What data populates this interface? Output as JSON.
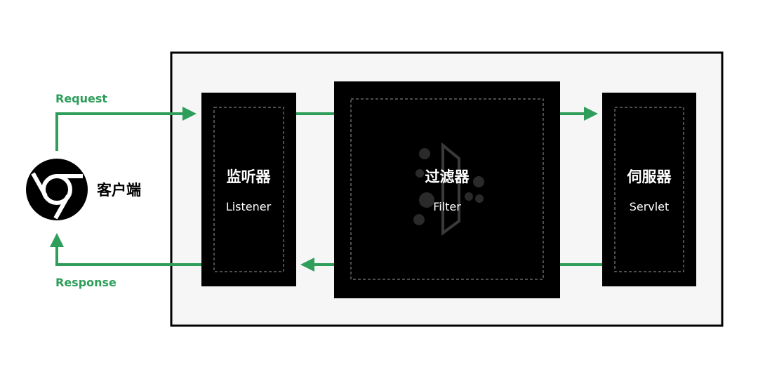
{
  "colors": {
    "accent": "#2e9e5a",
    "container_bg": "#f7f6f7",
    "box_fill": "#000000",
    "dashed_border": "#9a9a9a"
  },
  "client": {
    "label": "客户端",
    "icon": "chrome-browser-icon"
  },
  "flow": {
    "request_label": "Request",
    "response_label": "Response"
  },
  "components": {
    "listener": {
      "label_cn": "监听器",
      "label_en": "Listener"
    },
    "filter": {
      "label_cn": "过滤器",
      "label_en": "Filter",
      "icon": "filter-logo-icon"
    },
    "servlet": {
      "label_cn": "伺服器",
      "label_en": "Servlet"
    }
  }
}
